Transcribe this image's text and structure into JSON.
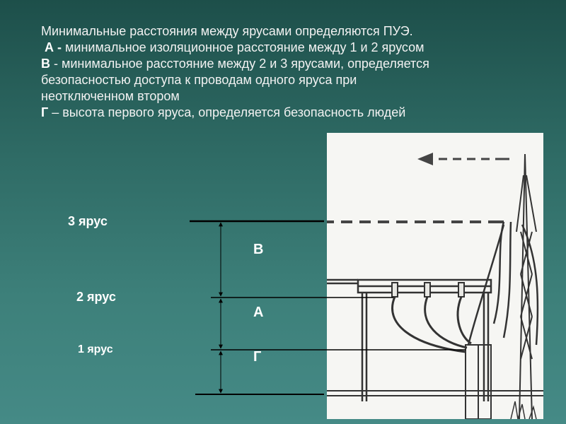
{
  "description": {
    "line1": "Минимальные расстояния между ярусами определяются  ПУЭ.",
    "line2_key": "А -",
    "line2_text": "  минимальное изоляционное расстояние между 1 и 2 ярусом",
    "line3_key": "В",
    "line3_text": "  - минимальное расстояние между 2 и 3 ярусами, определяется",
    "line4": "безопасностью доступа к проводам одного яруса при",
    "line5": "неотключенном втором",
    "line6_key": "Г",
    "line6_text": " – высота первого яруса, определяется безопасность людей"
  },
  "tiers": {
    "tier3": "3 ярус",
    "tier2": "2 ярус",
    "tier1": "1 ярус"
  },
  "dimensions": {
    "B": "В",
    "A": "А",
    "G": "Г"
  }
}
